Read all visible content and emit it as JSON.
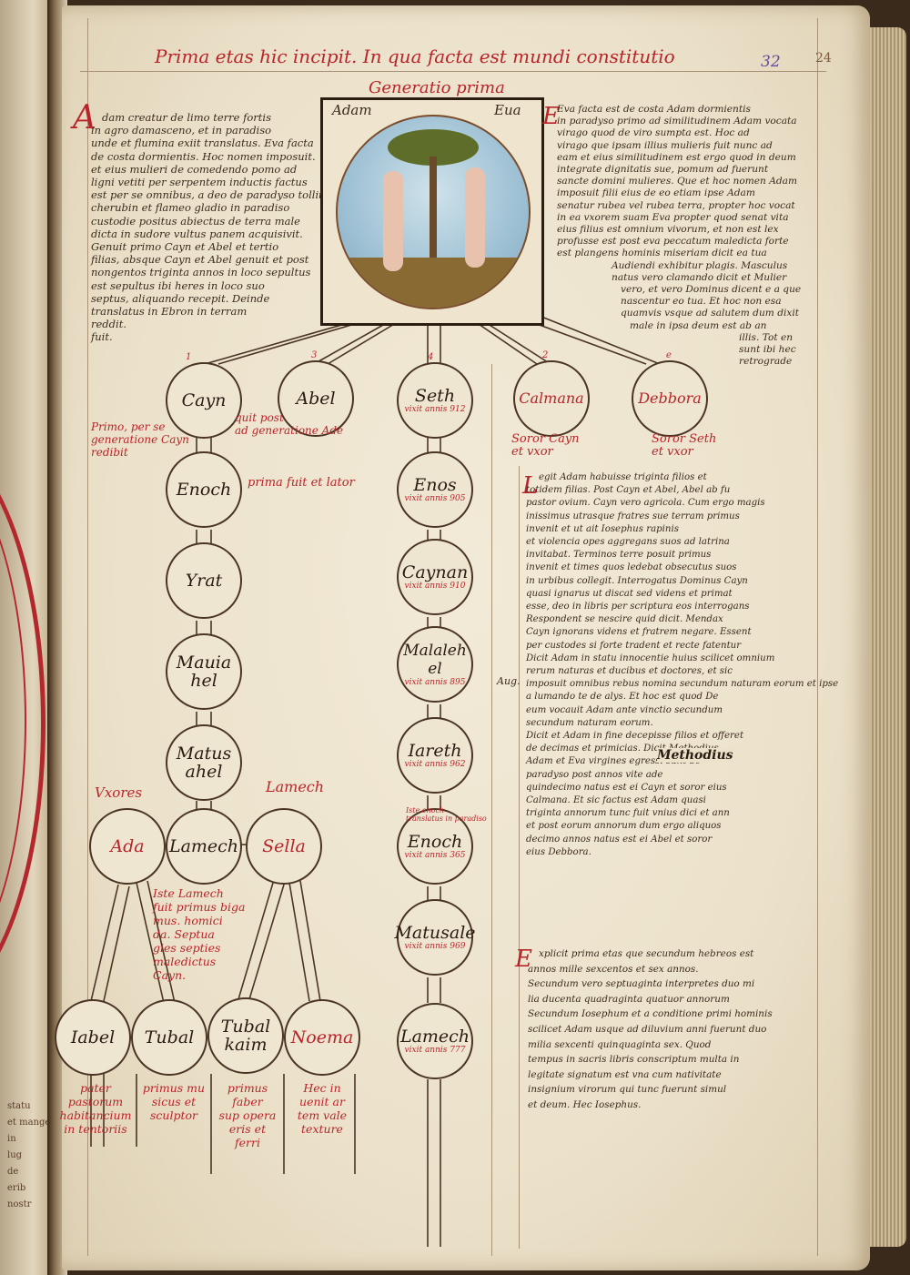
{
  "header": {
    "title": "Prima etas hic incipit. In qua facta est mundi constitutio",
    "subtitle": "Generatio prima",
    "folio": "32",
    "folio_alt": "24"
  },
  "miniature": {
    "label_left": "Adam",
    "label_right": "Eua"
  },
  "left_block": {
    "initial": "A",
    "lines": [
      "dam creatur de limo terre fortis",
      "in agro damasceno, et in paradiso",
      "unde et flumina exiit translatus. Eva facta",
      "de costa dormientis. Hoc nomen imposuit.",
      "et eius mulieri de comedendo pomo ad",
      "ligni vetiti per serpentem inductis factus",
      "est per se omnibus, a deo de paradyso tollit",
      "cherubin et flameo gladio in paradiso",
      "custodie positus abiectus de terra male",
      "dicta in sudore vultus panem acquisivit.",
      "Genuit primo Cayn et Abel et tertio",
      "filias, absque Cayn et Abel genuit et post",
      "nongentos triginta annos in loco sepultus",
      "est sepultus ibi heres in loco suo",
      "septus, aliquando recepit. Deinde",
      "translatus in Ebron in terram",
      "reddit.",
      "fuit."
    ]
  },
  "right_block": {
    "initial": "E",
    "lines": [
      "Eva facta est de costa Adam dormientis",
      "in paradyso primo ad similitudinem Adam vocata",
      "virago quod de viro sumpta est. Hoc ad",
      "virago que ipsam illius mulieris fuit nunc ad",
      "eam et eius similitudinem est ergo quod in deum",
      "integrate dignitatis sue, pomum ad fuerunt",
      "sancte domini mulieres. Que et hoc nomen Adam",
      "imposuit filii eius de eo etiam ipse Adam",
      "senatur rubea vel rubea terra, propter hoc vocat",
      "in ea vxorem suam Eva propter quod senat vita",
      "eius filius est omnium vivorum, et non est lex",
      "profusse est post eva peccatum maledicta forte",
      "est plangens hominis miseriam dicit ea tua",
      "Audiendi exhibitur plagis. Masculus",
      "natus vero clamando dicit et Mulier",
      "vero, et vero Dominus dicent e a que",
      "nascentur eo tua. Et hoc non esa",
      "quamvis vsque ad salutem dum dixit",
      "male in ipsa deum est ab an",
      "illis. Tot en",
      "sunt ibi hec",
      "retrograde"
    ]
  },
  "tree": {
    "gen1": [
      {
        "name": "Cayn",
        "num": "1"
      },
      {
        "name": "Abel",
        "num": "3"
      },
      {
        "name": "Seth",
        "num": "4",
        "age": "vixit annis 912"
      },
      {
        "name": "Calmana",
        "num": "2"
      },
      {
        "name": "Debbora",
        "num": "e"
      }
    ],
    "cayn_line": [
      {
        "name": "Enoch"
      },
      {
        "name": "Yrat"
      },
      {
        "name": "Mauiahel"
      },
      {
        "name": "Matusahel"
      },
      {
        "name": "Lamech"
      }
    ],
    "seth_line": [
      {
        "name": "Enos",
        "age": "vixit annis 905"
      },
      {
        "name": "Caynan",
        "age": "vixit annis 910"
      },
      {
        "name": "Malalehel",
        "age": "vixit annis 895"
      },
      {
        "name": "Iareth",
        "age": "vixit annis 962"
      },
      {
        "name": "Enoch",
        "age": "vixit annis 365"
      },
      {
        "name": "Matusale",
        "age": "vixit annis 969"
      },
      {
        "name": "Lamech",
        "age": "vixit annis 777"
      }
    ],
    "wives": [
      {
        "name": "Ada"
      },
      {
        "name": "Sella"
      }
    ],
    "children": [
      {
        "name": "Iabel"
      },
      {
        "name": "Tubal"
      },
      {
        "name": "Tubal kaim"
      },
      {
        "name": "Noema"
      }
    ]
  },
  "notes": {
    "cayn_note": [
      "Primo, per se",
      "generatione Cayn",
      "redibit"
    ],
    "abel_note": [
      "quit post",
      "ad generatione Ade"
    ],
    "enoch_note": "prima fuit et lator",
    "calmana_note": [
      "Soror Cayn",
      "et vxor"
    ],
    "debbora_note": [
      "Soror Seth",
      "et vxor"
    ],
    "uxores": "Vxores",
    "lamech_label": "Lamech",
    "lamech_note": [
      "Iste Lamech",
      "fuit primus biga",
      "mus. homici",
      "da. Septua",
      "gies septies",
      "maledictus",
      "Cayn."
    ],
    "enoch_seth_note": [
      "Iste enoch",
      "translatus in paradiso"
    ],
    "col_iabel": [
      "pater pastorum",
      "habitancium",
      "in tentoriis"
    ],
    "col_tubal": [
      "primus mu",
      "sicus et",
      "sculptor"
    ],
    "col_tubalkaim": [
      "primus",
      "faber",
      "sup opera",
      "eris et",
      "ferri"
    ],
    "col_noema": [
      "Hec in",
      "uenit ar",
      "tem vale",
      "texture"
    ]
  },
  "side_block": {
    "initial": "L",
    "lines": [
      "egit Adam habuisse triginta filios et",
      "totidem filias. Post Cayn et Abel, Abel ab fu",
      "pastor ovium. Cayn vero agricola. Cum ergo magis",
      "inissimus utrasque fratres sue terram primus",
      "invenit et ut ait Iosephus rapinis",
      "et violencia opes aggregans suos ad latrina",
      "invitabat. Terminos terre posuit primus",
      "invenit et times quos ledebat obsecutus suos",
      "in urbibus collegit. Interrogatus Dominus Cayn",
      "quasi ignarus ut discat sed videns et primat",
      "esse, deo in libris per scriptura eos interrogans",
      "Respondent se nescire quid dicit. Mendax",
      "Cayn ignorans videns et fratrem negare. Essent",
      "per custodes si forte tradent et recte fatentur",
      "Dicit Adam in statu innocentie huius scilicet omnium",
      "rerum naturas et ducibus et doctores, et sic",
      "imposuit omnibus rebus nomina secundum naturam eorum et ipse",
      "a lumando te de alys. Et hoc est quod De",
      "eum vocauit Adam ante vinctio secundum",
      "secundum naturam eorum.",
      "Dicit et Adam in fine decepisse filios et offeret",
      "de decimas et primicias. Dicit Methodius",
      "Adam et Eva virgines egressi sunt de",
      "paradyso post annos vite ade",
      "quindecimo natus est ei Cayn et soror eius",
      "Calmana. Et sic factus est Adam quasi",
      "triginta annorum tunc fuit vnius dici et ann",
      "et post eorum annorum dum ergo aliquos",
      "decimo annos natus est ei Abel et soror",
      "eius Debbora."
    ],
    "methodius": "Methodius",
    "aug": "Aug."
  },
  "explicit": {
    "initial": "E",
    "lines": [
      "xplicit prima etas que secundum hebreos est",
      "annos mille sexcentos et sex annos.",
      "Secundum vero septuaginta interpretes duo mi",
      "lia ducenta quadraginta quatuor annorum",
      "Secundum Iosephum et a conditione primi hominis",
      "scilicet Adam usque ad diluvium anni fuerunt duo",
      "milia sexcenti quinquaginta sex. Quod",
      "tempus in sacris libris conscriptum multa in",
      "legitate signatum est vna cum nativitate",
      "insignium virorum qui tunc fuerunt simul",
      "et deum. Hec Iosephus."
    ]
  },
  "left_page_margin": [
    "statu",
    "et mange",
    "in",
    "lug",
    "de",
    "erib",
    "nostr"
  ]
}
